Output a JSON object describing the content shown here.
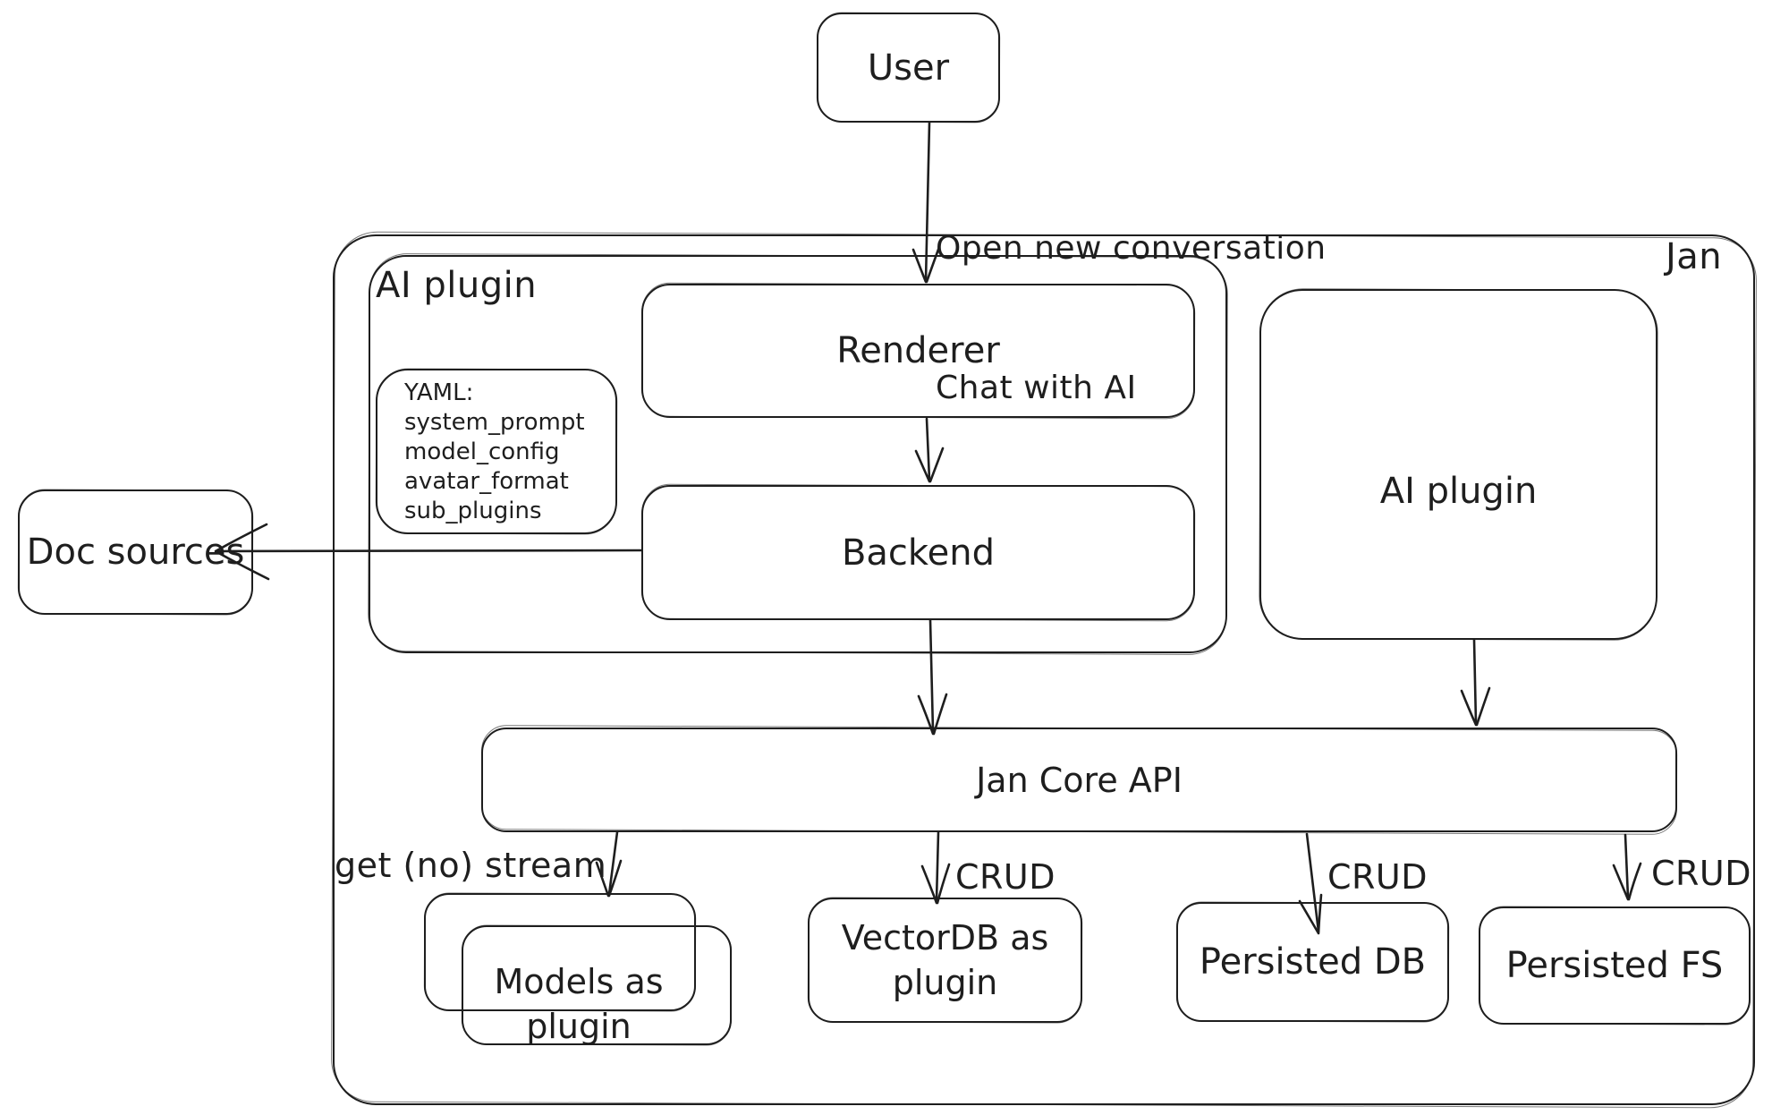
{
  "diagram": {
    "title": "Jan architecture sketch",
    "colors": {
      "stroke": "#1e1e1e",
      "background": "#ffffff"
    },
    "nodes": {
      "user": {
        "label": "User"
      },
      "jan_container": {
        "label": "Jan"
      },
      "ai_plugin_group": {
        "label": "AI plugin"
      },
      "renderer": {
        "label": "Renderer"
      },
      "backend": {
        "label": "Backend"
      },
      "yaml_note": {
        "lines": [
          "YAML:",
          "system_prompt",
          "model_config",
          "avatar_format",
          "sub_plugins"
        ]
      },
      "doc_sources": {
        "label": "Doc sources"
      },
      "ai_plugin_right": {
        "label": "AI plugin"
      },
      "jan_core_api": {
        "label": "Jan Core API"
      },
      "models_plugin": {
        "line1": "Models as",
        "line2": "plugin"
      },
      "vectordb_plugin": {
        "line1": "VectorDB as",
        "line2": "plugin"
      },
      "persisted_db": {
        "label": "Persisted DB"
      },
      "persisted_fs": {
        "label": "Persisted FS"
      }
    },
    "edge_labels": {
      "user_flow_line1": "Open new conversation",
      "user_flow_line2": "Chat with AI",
      "get_no_stream": "get (no) stream",
      "crud_vectordb": "CRUD",
      "crud_persisted_db": "CRUD",
      "crud_persisted_fs": "CRUD"
    }
  }
}
